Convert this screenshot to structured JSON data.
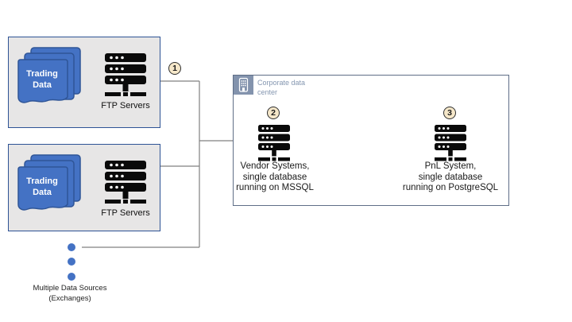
{
  "diagram": {
    "source_groups": [
      {
        "document_label": "Trading Data",
        "server_label": "FTP Servers"
      },
      {
        "document_label": "Trading Data",
        "server_label": "FTP Servers"
      }
    ],
    "badges": {
      "step1": "1",
      "step2": "2",
      "step3": "3"
    },
    "data_center": {
      "label": "Corporate data center",
      "nodes": [
        {
          "line1": "Vendor Systems,",
          "line2": "single database",
          "line3": "running on MSSQL"
        },
        {
          "line1": "PnL System,",
          "line2": "single database",
          "line3": "running on PostgreSQL"
        }
      ]
    },
    "sources_note": {
      "line1": "Multiple Data Sources",
      "line2": "(Exchanges)"
    },
    "colors": {
      "source_box_fill": "#E7E6E6",
      "source_box_border": "#2E5395",
      "document_fill": "#4472C4",
      "document_border": "#2F5597",
      "server_icon": "#0A0A0A",
      "connector": "#808080",
      "data_center_border": "#5F6E87",
      "data_center_icon_bg": "#8393AD",
      "data_center_label_color": "#8496B0",
      "badge_fill": "#F5E7C9",
      "badge_border": "#2F2F2F",
      "dot_fill": "#4472C4"
    }
  }
}
